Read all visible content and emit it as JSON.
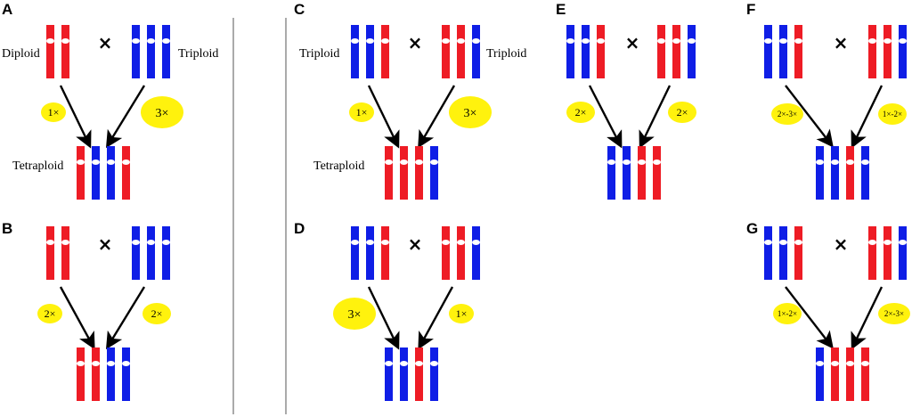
{
  "colors": {
    "red": "#ee1c25",
    "blue": "#0f1ee6",
    "dose_fill": "#fff20d",
    "centromere": "#ffffff",
    "arrow": "#000000",
    "divider": "#555555"
  },
  "cross_symbol": "×",
  "panels": [
    {
      "id": "A",
      "letter": "A",
      "female": {
        "chromosomes": [
          "red",
          "red"
        ],
        "label": "Diploid"
      },
      "male": {
        "chromosomes": [
          "blue",
          "blue",
          "blue"
        ],
        "label": "Triploid"
      },
      "female_dose": "1×",
      "male_dose": "3×",
      "offspring": {
        "chromosomes": [
          "red",
          "blue",
          "blue",
          "red"
        ],
        "label": "Tetraploid"
      }
    },
    {
      "id": "B",
      "letter": "B",
      "female": {
        "chromosomes": [
          "red",
          "red"
        ],
        "label": ""
      },
      "male": {
        "chromosomes": [
          "blue",
          "blue",
          "blue"
        ],
        "label": ""
      },
      "female_dose": "2×",
      "male_dose": "2×",
      "offspring": {
        "chromosomes": [
          "red",
          "red",
          "blue",
          "blue"
        ],
        "label": ""
      }
    },
    {
      "id": "C",
      "letter": "C",
      "female": {
        "chromosomes": [
          "blue",
          "blue",
          "red"
        ],
        "label": "Triploid"
      },
      "male": {
        "chromosomes": [
          "red",
          "red",
          "blue"
        ],
        "label": "Triploid"
      },
      "female_dose": "1×",
      "male_dose": "3×",
      "offspring": {
        "chromosomes": [
          "red",
          "red",
          "red",
          "blue"
        ],
        "label": "Tetraploid"
      }
    },
    {
      "id": "D",
      "letter": "D",
      "female": {
        "chromosomes": [
          "blue",
          "blue",
          "red"
        ],
        "label": ""
      },
      "male": {
        "chromosomes": [
          "red",
          "red",
          "blue"
        ],
        "label": ""
      },
      "female_dose": "3×",
      "male_dose": "1×",
      "offspring": {
        "chromosomes": [
          "blue",
          "blue",
          "red",
          "blue"
        ],
        "label": ""
      }
    },
    {
      "id": "E",
      "letter": "E",
      "female": {
        "chromosomes": [
          "blue",
          "blue",
          "red"
        ],
        "label": ""
      },
      "male": {
        "chromosomes": [
          "red",
          "red",
          "blue"
        ],
        "label": ""
      },
      "female_dose": "2×",
      "male_dose": "2×",
      "offspring": {
        "chromosomes": [
          "blue",
          "blue",
          "red",
          "red"
        ],
        "label": ""
      }
    },
    {
      "id": "F",
      "letter": "F",
      "female": {
        "chromosomes": [
          "blue",
          "blue",
          "red"
        ],
        "label": ""
      },
      "male": {
        "chromosomes": [
          "red",
          "red",
          "blue"
        ],
        "label": ""
      },
      "female_dose": "2×-3×",
      "male_dose": "1×-2×",
      "offspring": {
        "chromosomes": [
          "blue",
          "blue",
          "red",
          "blue"
        ],
        "label": ""
      }
    },
    {
      "id": "G",
      "letter": "G",
      "female": {
        "chromosomes": [
          "blue",
          "blue",
          "red"
        ],
        "label": ""
      },
      "male": {
        "chromosomes": [
          "red",
          "red",
          "blue"
        ],
        "label": ""
      },
      "female_dose": "1×-2×",
      "male_dose": "2×-3×",
      "offspring": {
        "chromosomes": [
          "blue",
          "red",
          "red",
          "red"
        ],
        "label": ""
      }
    }
  ]
}
